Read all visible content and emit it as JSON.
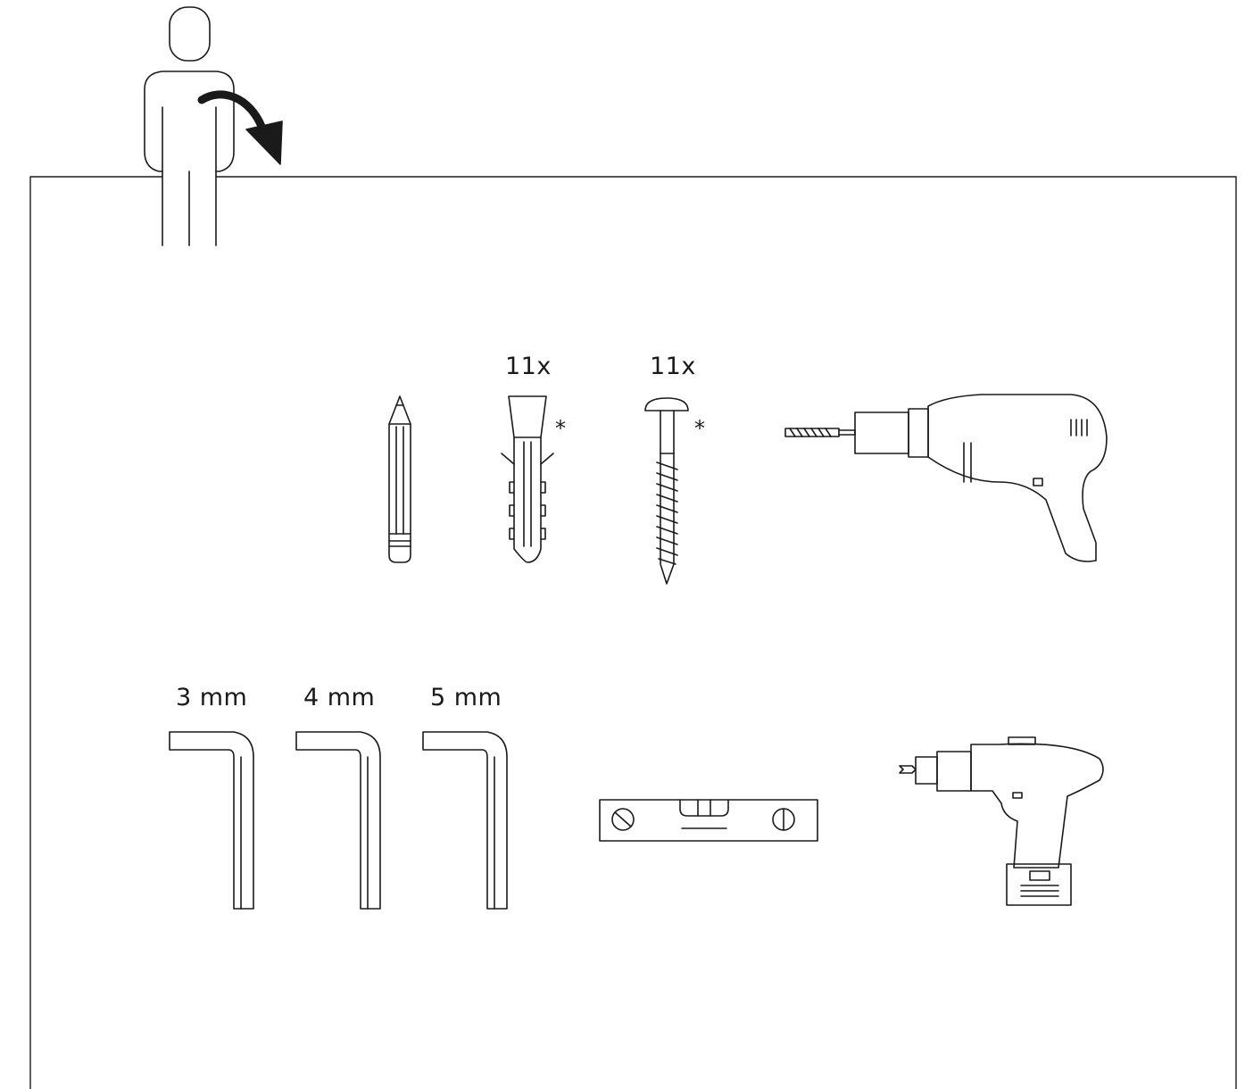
{
  "plugs": {
    "quantity": "11x",
    "note_mark": "*"
  },
  "screws": {
    "quantity": "11x",
    "note_mark": "*"
  },
  "allen_keys": [
    {
      "size": "3 mm"
    },
    {
      "size": "4 mm"
    },
    {
      "size": "5 mm"
    }
  ],
  "colors": {
    "line": "#1a1a1a",
    "arrow": "#1a1a1a",
    "background": "#ffffff"
  },
  "icons": [
    "person-icon",
    "rotate-arrow-icon",
    "pencil-icon",
    "wall-plug-icon",
    "screw-icon",
    "drill-icon",
    "allen-key-icon",
    "spirit-level-icon",
    "cordless-drill-icon"
  ]
}
